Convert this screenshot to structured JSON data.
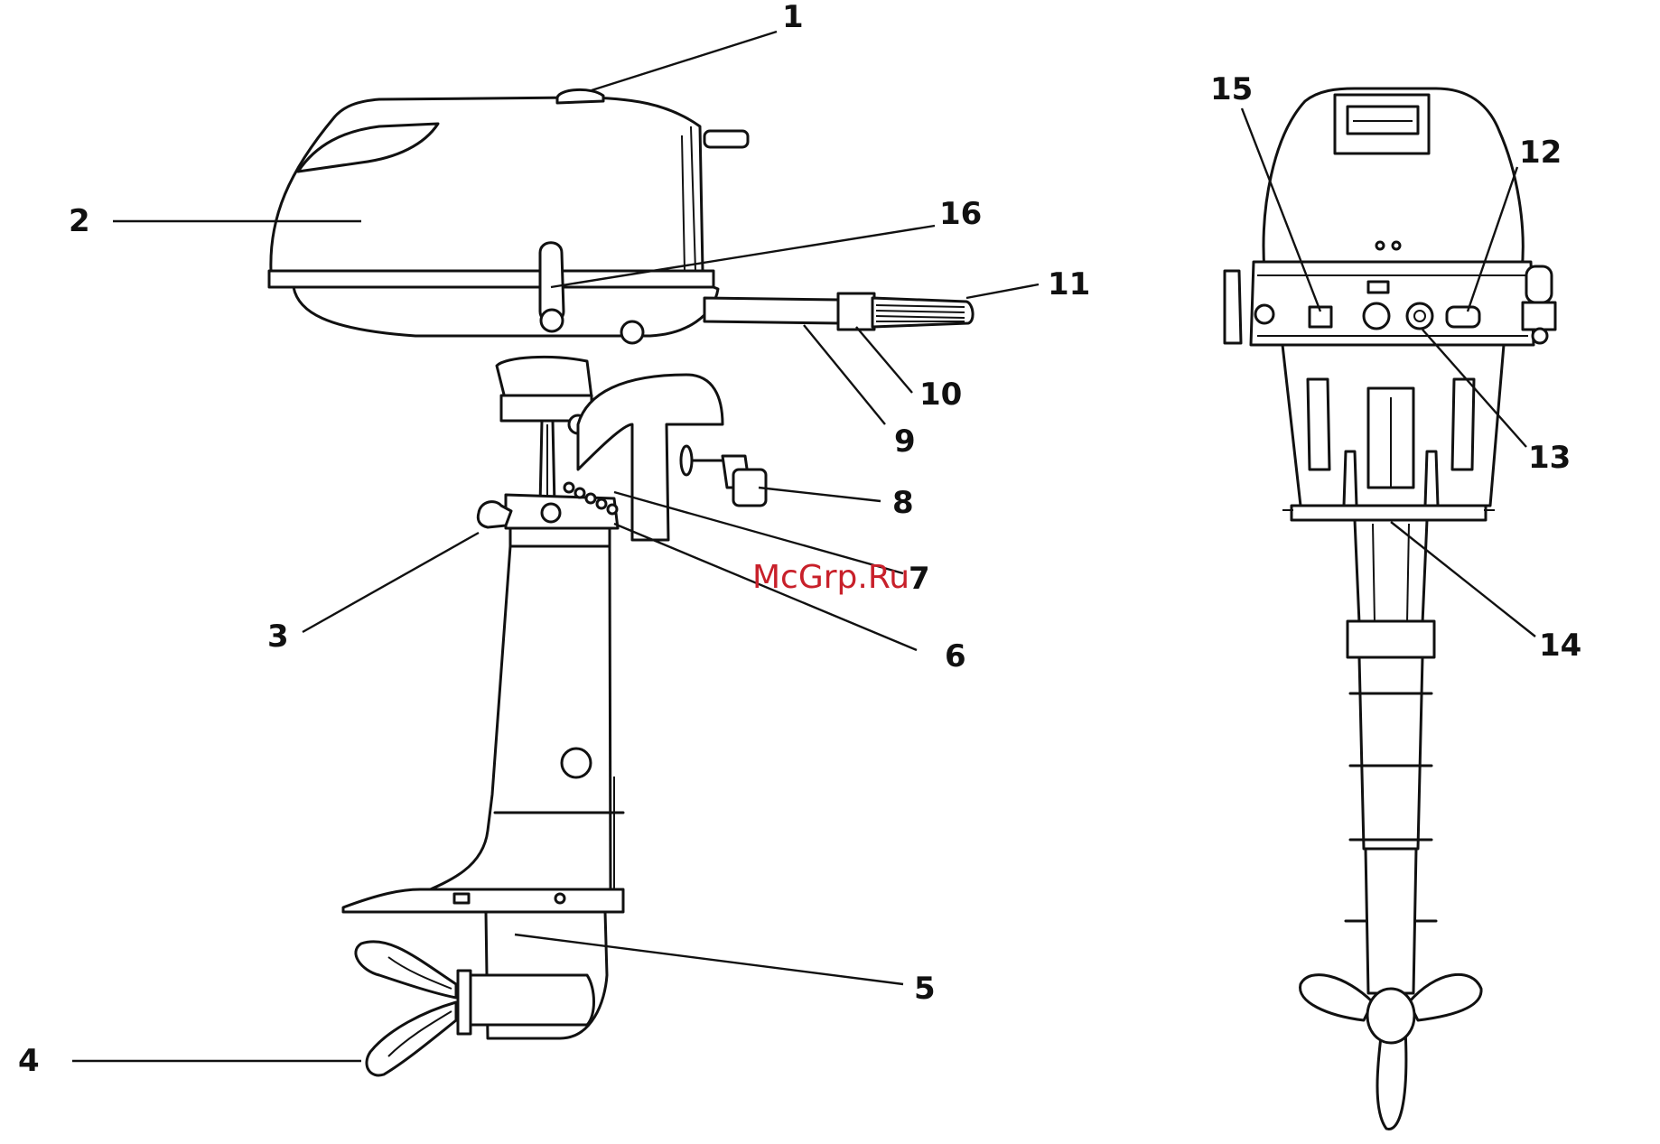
{
  "callouts": [
    {
      "id": "1",
      "text": "1"
    },
    {
      "id": "2",
      "text": "2"
    },
    {
      "id": "3",
      "text": "3"
    },
    {
      "id": "4",
      "text": "4"
    },
    {
      "id": "5",
      "text": "5"
    },
    {
      "id": "6",
      "text": "6"
    },
    {
      "id": "7",
      "text": "7"
    },
    {
      "id": "8",
      "text": "8"
    },
    {
      "id": "9",
      "text": "9"
    },
    {
      "id": "10",
      "text": "10"
    },
    {
      "id": "11",
      "text": "11"
    },
    {
      "id": "12",
      "text": "12"
    },
    {
      "id": "13",
      "text": "13"
    },
    {
      "id": "14",
      "text": "14"
    },
    {
      "id": "15",
      "text": "15"
    },
    {
      "id": "16",
      "text": "16"
    }
  ],
  "watermark": "McGrp.Ru"
}
